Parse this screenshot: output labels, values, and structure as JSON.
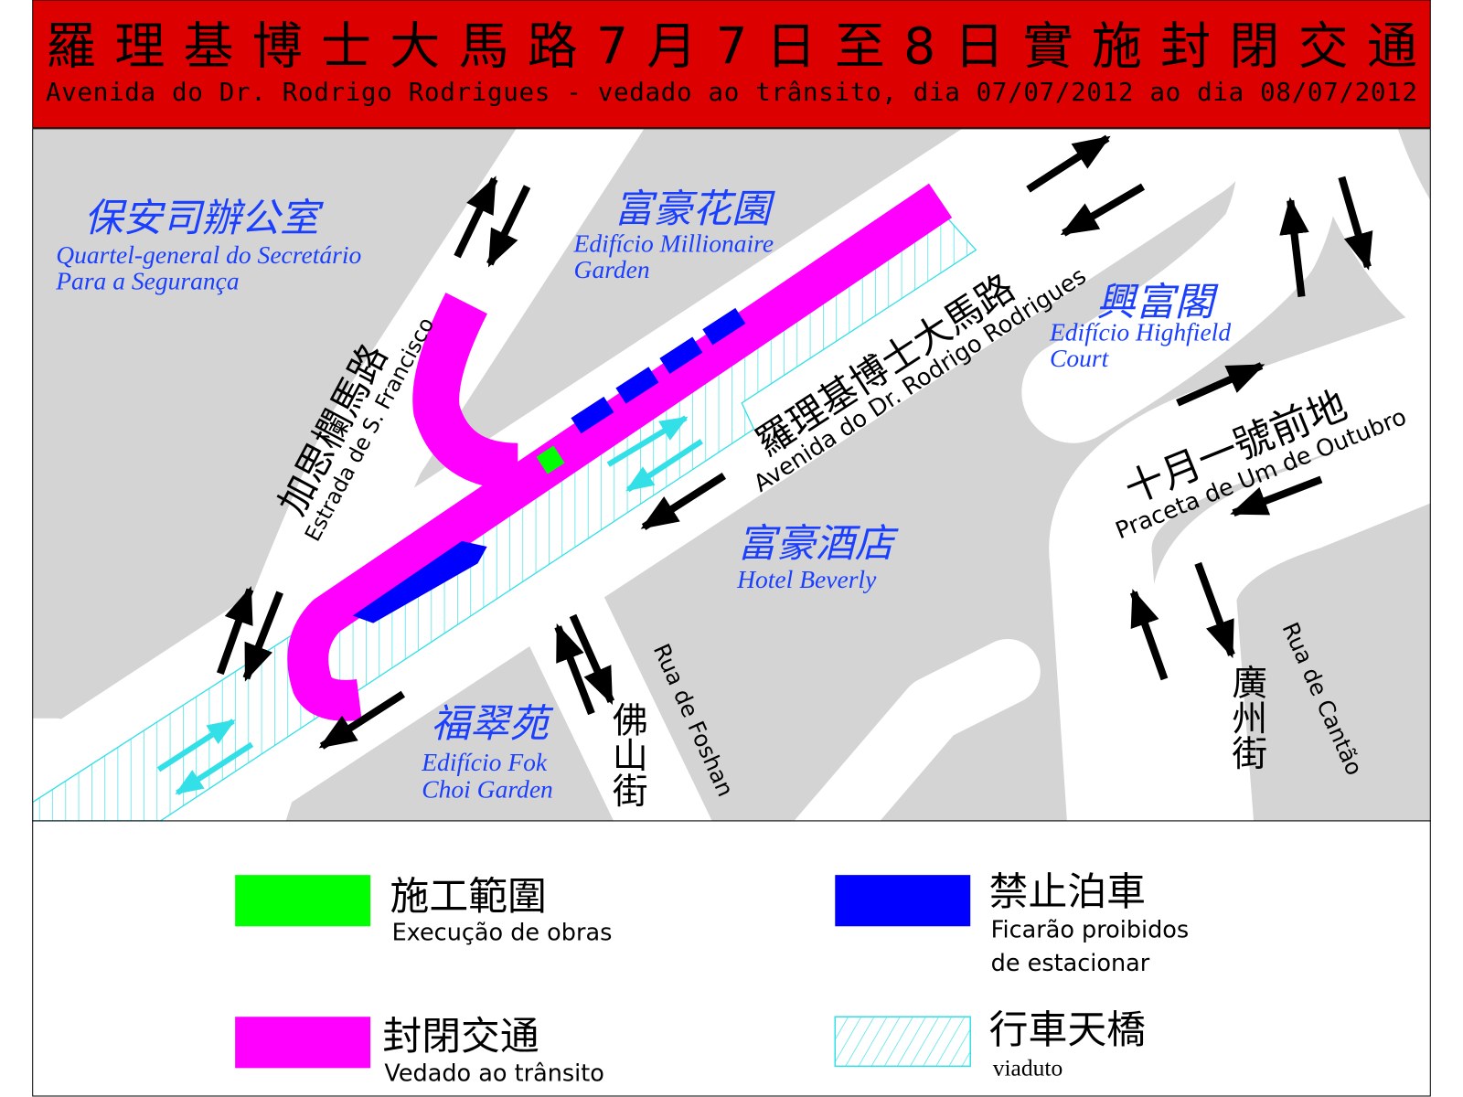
{
  "header": {
    "title_zh": "羅理基博士大馬路7月7日至8日實施封閉交通",
    "title_pt": "Avenida do Dr. Rodrigo Rodrigues - vedado ao trânsito, dia 07/07/2012 ao dia 08/07/2012"
  },
  "map": {
    "buildings": [
      {
        "zh": "保安司辦公室",
        "pt1": "Quartel-general do Secretário",
        "pt2": "Para a Segurança"
      },
      {
        "zh": "富豪花園",
        "pt1": "Edifício Millionaire",
        "pt2": "Garden"
      },
      {
        "zh": "興富閣",
        "pt1": "Edifício Highfield",
        "pt2": "Court"
      },
      {
        "zh": "富豪酒店",
        "pt1": "Hotel Beverly",
        "pt2": ""
      },
      {
        "zh": "福翠苑",
        "pt1": "Edifício Fok",
        "pt2": "Choi Garden"
      }
    ],
    "streets": [
      {
        "zh": "加思欄馬路",
        "pt": "Estrada de S. Francisco"
      },
      {
        "zh": "羅理基博士大馬路",
        "pt": "Avenida do Dr. Rodrigo Rodrigues"
      },
      {
        "zh": "十月一號前地",
        "pt": "Praceta de Um de Outubro"
      },
      {
        "zh": "佛山街",
        "pt": "Rua de Foshan"
      },
      {
        "zh": "廣州街",
        "pt": "Rua de Cantão"
      }
    ]
  },
  "legend": {
    "items": [
      {
        "zh": "施工範圍",
        "pt": "Execução de obras",
        "pt2": "",
        "color": "#00ff00"
      },
      {
        "zh": "禁止泊車",
        "pt": "Ficarão proibidos",
        "pt2": "de estacionar",
        "color": "#0000ff"
      },
      {
        "zh": "封閉交通",
        "pt": "Vedado ao trânsito",
        "pt2": "",
        "color": "#ff00ff"
      },
      {
        "zh": "行車天橋",
        "pt": "viaduto",
        "pt2": "",
        "color": "#33e0e8"
      }
    ]
  },
  "colors": {
    "header_bg": "#dd0000",
    "map_bg": "#d4d4d4",
    "road": "#ffffff",
    "closure": "#ff00ff",
    "no_parking": "#0000ff",
    "works": "#00ff00",
    "viaduct": "#33e0e8",
    "label": "#1a3fff"
  }
}
